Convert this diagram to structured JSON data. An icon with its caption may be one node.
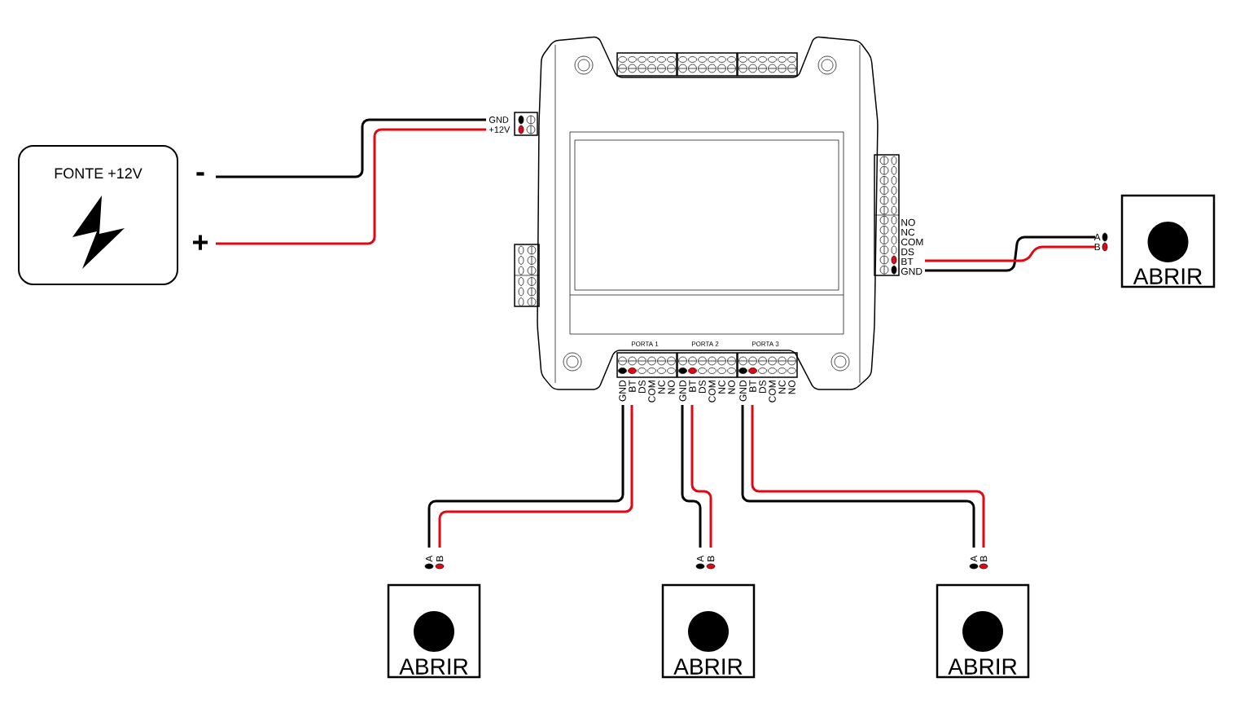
{
  "diagram": {
    "nodes": [
      {
        "text": [
          "FONTE +12V"
        ],
        "beside": [
          "-",
          "+"
        ]
      },
      {
        "text": [],
        "shape": "picture"
      },
      {
        "text": [
          "ABRIR"
        ],
        "beside": [
          "A",
          "B"
        ]
      },
      {
        "text": [
          "ABRIR"
        ],
        "beside": [
          "A",
          "B"
        ]
      },
      {
        "text": [
          "ABRIR"
        ],
        "beside": [
          "A",
          "B"
        ]
      },
      {
        "text": [
          "ABRIR"
        ],
        "beside": [
          "A",
          "B"
        ]
      }
    ],
    "edges": [
      {
        "from": 0,
        "to": 1,
        "arrow": "none",
        "color": "#000000"
      },
      {
        "from": 0,
        "to": 1,
        "arrow": "none",
        "color": "#e30613"
      },
      {
        "from": 1,
        "to": 2,
        "arrow": "none",
        "color": "#000000"
      },
      {
        "from": 1,
        "to": 2,
        "arrow": "none",
        "color": "#e30613"
      },
      {
        "from": 1,
        "to": 3,
        "arrow": "none",
        "color": "#000000"
      },
      {
        "from": 1,
        "to": 3,
        "arrow": "none",
        "color": "#e30613"
      },
      {
        "from": 1,
        "to": 4,
        "arrow": "none",
        "color": "#000000"
      },
      {
        "from": 1,
        "to": 4,
        "arrow": "none",
        "color": "#e30613"
      },
      {
        "from": 1,
        "to": 5,
        "arrow": "none",
        "color": "#000000"
      },
      {
        "from": 1,
        "to": 5,
        "arrow": "none",
        "color": "#e30613"
      }
    ],
    "labels": [
      "GND",
      "+12V",
      "NO",
      "NC",
      "COM",
      "DS",
      "BT",
      "GND",
      "PORTA 1",
      "PORTA 2",
      "PORTA 3",
      "GND",
      "BT",
      "DS",
      "COM",
      "NC",
      "NO",
      "GND",
      "BT",
      "DS",
      "COM",
      "NC",
      "NO",
      "GND",
      "BT",
      "DS",
      "COM",
      "NC",
      "NO"
    ]
  }
}
